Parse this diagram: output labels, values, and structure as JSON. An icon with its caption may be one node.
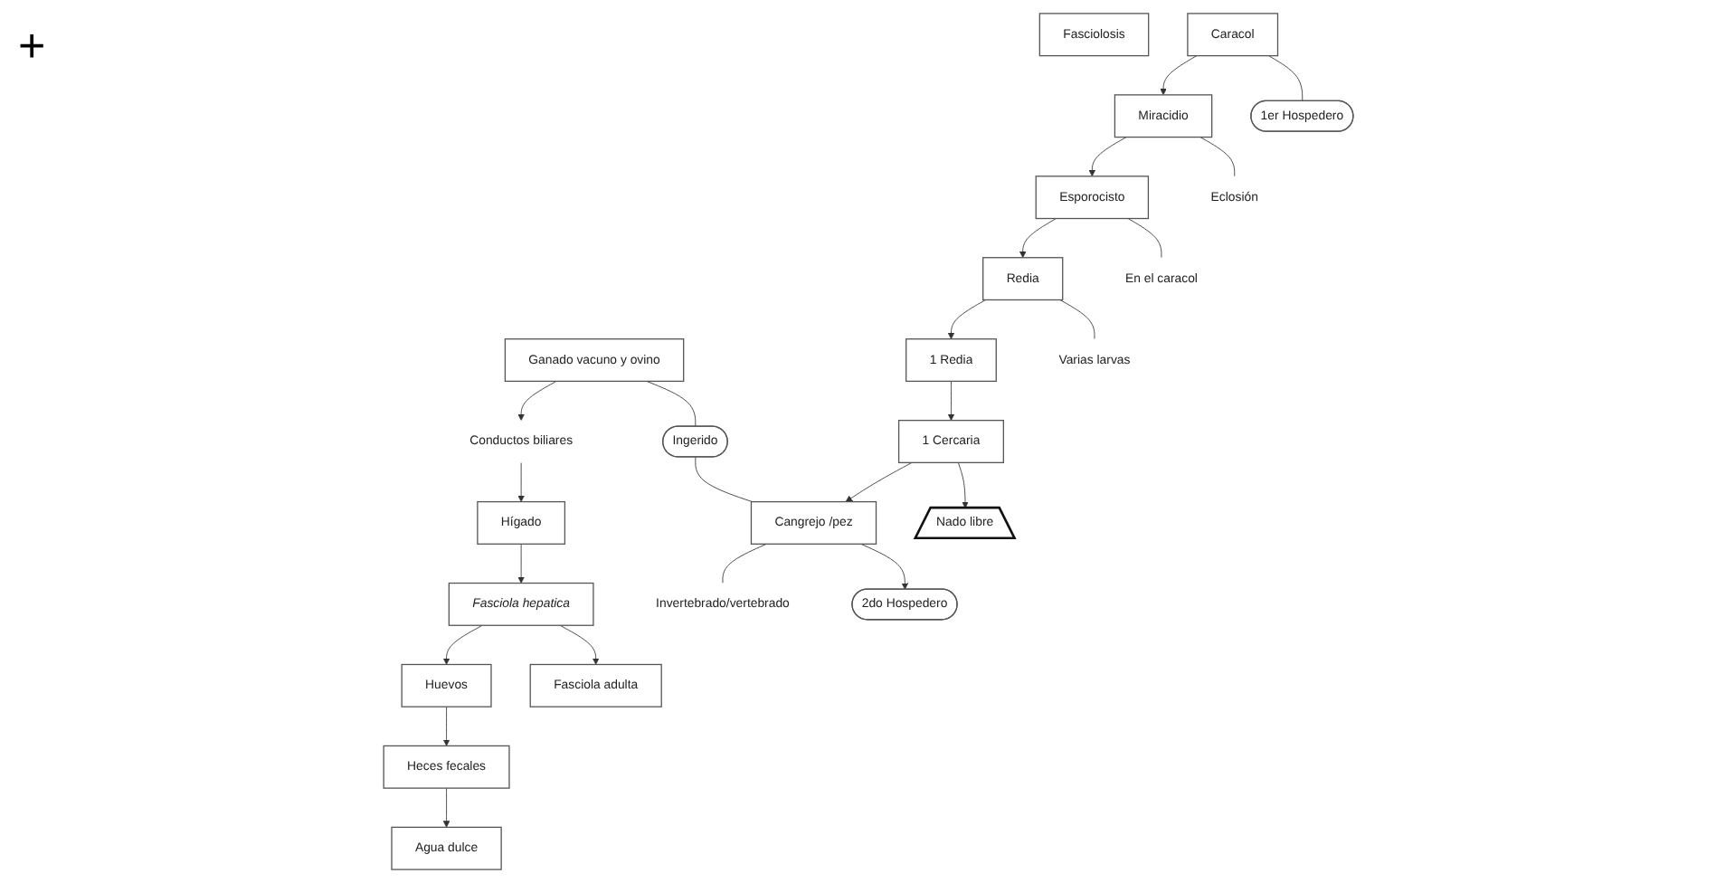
{
  "diagram": {
    "nodes": [
      {
        "text": [
          "Fasciolosis"
        ]
      },
      {
        "text": [
          "Ganado vacuno y ovino"
        ]
      },
      {
        "text": [
          "Ingerido"
        ]
      },
      {
        "text": [
          "Conductos biliares"
        ]
      },
      {
        "text": [
          "Hígado"
        ]
      },
      {
        "text": [
          "Fasciola hepatica"
        ]
      },
      {
        "text": [
          "Fasciola adulta"
        ]
      },
      {
        "text": [
          "Huevos"
        ]
      },
      {
        "text": [
          "Heces fecales"
        ]
      },
      {
        "text": [
          "Agua dulce"
        ]
      },
      {
        "text": [
          "Caracol"
        ]
      },
      {
        "text": [
          "1er Hospedero"
        ]
      },
      {
        "text": [
          "Miracidio"
        ]
      },
      {
        "text": [
          "Eclosión"
        ]
      },
      {
        "text": [
          "Esporocisto"
        ]
      },
      {
        "text": [
          "En el caracol"
        ]
      },
      {
        "text": [
          "Redia"
        ]
      },
      {
        "text": [
          "Varias larvas"
        ]
      },
      {
        "text": [
          "1 Redia"
        ]
      },
      {
        "text": [
          "1 Cercaria"
        ]
      },
      {
        "text": [
          "Nado libre"
        ]
      },
      {
        "text": [
          "Cangrejo /pez"
        ]
      },
      {
        "text": [
          "2do Hospedero"
        ]
      },
      {
        "text": [
          "Invertebrado/vertebrado"
        ]
      }
    ],
    "edges": [
      {
        "from": 1,
        "to": 2,
        "arrow": "none"
      },
      {
        "from": 2,
        "to": 21,
        "arrow": "none"
      },
      {
        "from": 1,
        "to": 3,
        "arrow": "to"
      },
      {
        "from": 3,
        "to": 4,
        "arrow": "to"
      },
      {
        "from": 4,
        "to": 5,
        "arrow": "to"
      },
      {
        "from": 5,
        "to": 6,
        "arrow": "to"
      },
      {
        "from": 5,
        "to": 7,
        "arrow": "to"
      },
      {
        "from": 7,
        "to": 8,
        "arrow": "to"
      },
      {
        "from": 8,
        "to": 9,
        "arrow": "to"
      },
      {
        "from": 10,
        "to": 11,
        "arrow": "none"
      },
      {
        "from": 10,
        "to": 12,
        "arrow": "to"
      },
      {
        "from": 12,
        "to": 13,
        "arrow": "none"
      },
      {
        "from": 12,
        "to": 14,
        "arrow": "to"
      },
      {
        "from": 14,
        "to": 15,
        "arrow": "none"
      },
      {
        "from": 14,
        "to": 16,
        "arrow": "to"
      },
      {
        "from": 16,
        "to": 17,
        "arrow": "none"
      },
      {
        "from": 16,
        "to": 18,
        "arrow": "to"
      },
      {
        "from": 18,
        "to": 19,
        "arrow": "to"
      },
      {
        "from": 19,
        "to": 20,
        "arrow": "to"
      },
      {
        "from": 19,
        "to": 21,
        "arrow": "to"
      },
      {
        "from": 21,
        "to": 22,
        "arrow": "to"
      },
      {
        "from": 21,
        "to": 23,
        "arrow": "none"
      }
    ],
    "labels": [
      "+"
    ]
  }
}
